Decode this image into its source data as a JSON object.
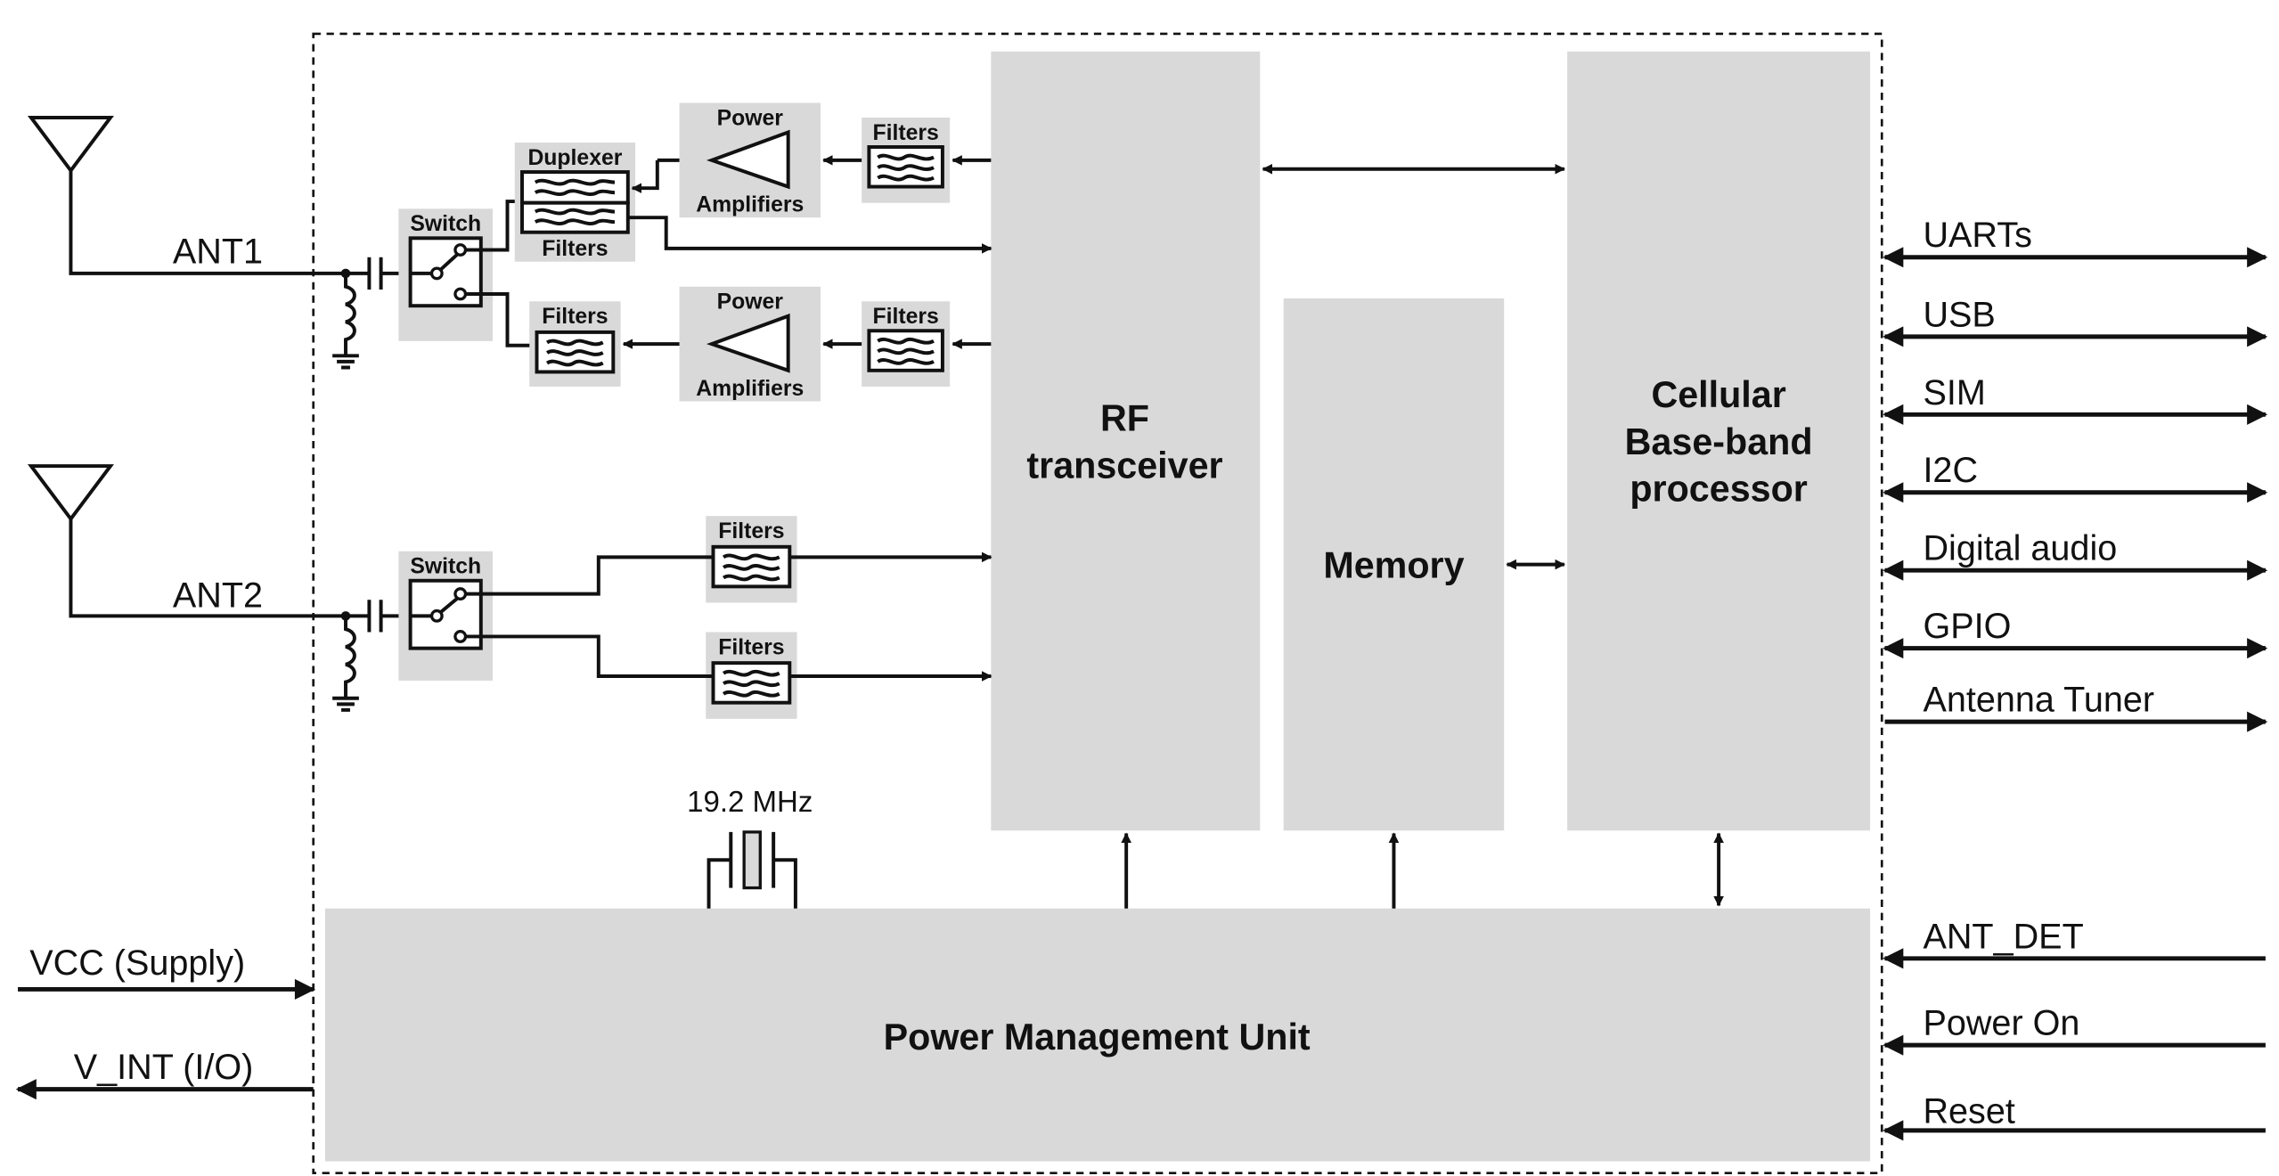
{
  "antennas": {
    "ant1": "ANT1",
    "ant2": "ANT2"
  },
  "components": {
    "switch": "Switch",
    "duplexer": "Duplexer",
    "filters": "Filters",
    "power_amp_line1": "Power",
    "power_amp_line2": "Amplifiers",
    "crystal": "19.2 MHz"
  },
  "blocks": {
    "rf_transceiver": [
      "RF",
      "transceiver"
    ],
    "memory": "Memory",
    "baseband": [
      "Cellular",
      "Base-band",
      "processor"
    ],
    "pmu": "Power Management Unit"
  },
  "interfaces_right": [
    "UARTs",
    "USB",
    "SIM",
    "I2C",
    "Digital audio",
    "GPIO",
    "Antenna Tuner",
    "ANT_DET",
    "Power On",
    "Reset"
  ],
  "interfaces_left": [
    "VCC (Supply)",
    "V_INT (I/O)"
  ],
  "colors": {
    "block_fill": "#d9d9d9",
    "line": "#111111",
    "background": "#ffffff"
  }
}
